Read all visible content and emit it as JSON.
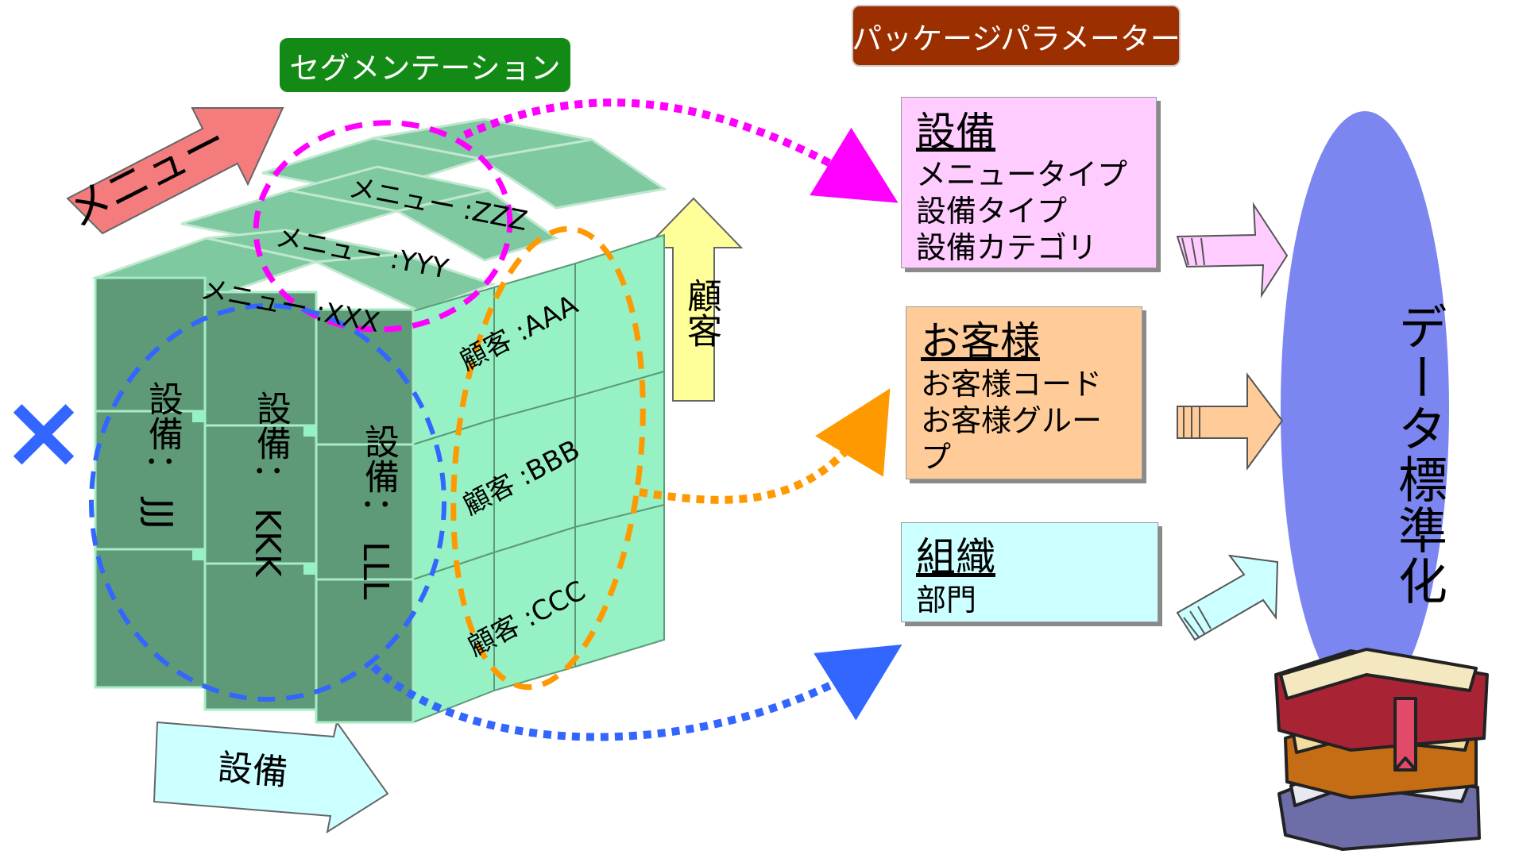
{
  "segmentation_label": "セグメンテーション",
  "package_label": "パッケージパラメーター",
  "axes": {
    "menu": "メニュー",
    "customer": "顧客",
    "equipment": "設備"
  },
  "cube": {
    "menu_items": [
      "メニュー :ZZZ",
      "メニュー :YYY",
      "メニュー :XXX"
    ],
    "customer_items": [
      "顧客 :AAA",
      "顧客 :BBB",
      "顧客 :CCC"
    ],
    "equipment_items": [
      {
        "top": "設備",
        "colon": "：",
        "code": "JJJ"
      },
      {
        "top": "設備",
        "colon": "：",
        "code": "KKK"
      },
      {
        "top": "設備",
        "colon": "：",
        "code": "LLL"
      }
    ]
  },
  "x_mark": "×",
  "params": {
    "equipment": {
      "title": "設備",
      "lines": [
        "メニュータイプ",
        "設備タイプ",
        "設備カテゴリ"
      ]
    },
    "customer": {
      "title": "お客様",
      "lines": [
        "お客様コード",
        "お客様グループ"
      ]
    },
    "organization": {
      "title": "組織",
      "lines": [
        "部門"
      ]
    }
  },
  "standardization": "データ標準化",
  "colors": {
    "cube_front": "#5e9a78",
    "cube_side": "#96f2c4",
    "cube_top": "#7fc9a0",
    "seg_bg": "#138a16",
    "pkg_bg": "#9c2f00",
    "param_equipment": "#ffccff",
    "param_customer": "#ffcc99",
    "param_org": "#ccffff",
    "ellipse_blue": "#7b86f0",
    "magenta": "#ff00ff",
    "orange": "#ff9900",
    "blue": "#3366ff"
  }
}
